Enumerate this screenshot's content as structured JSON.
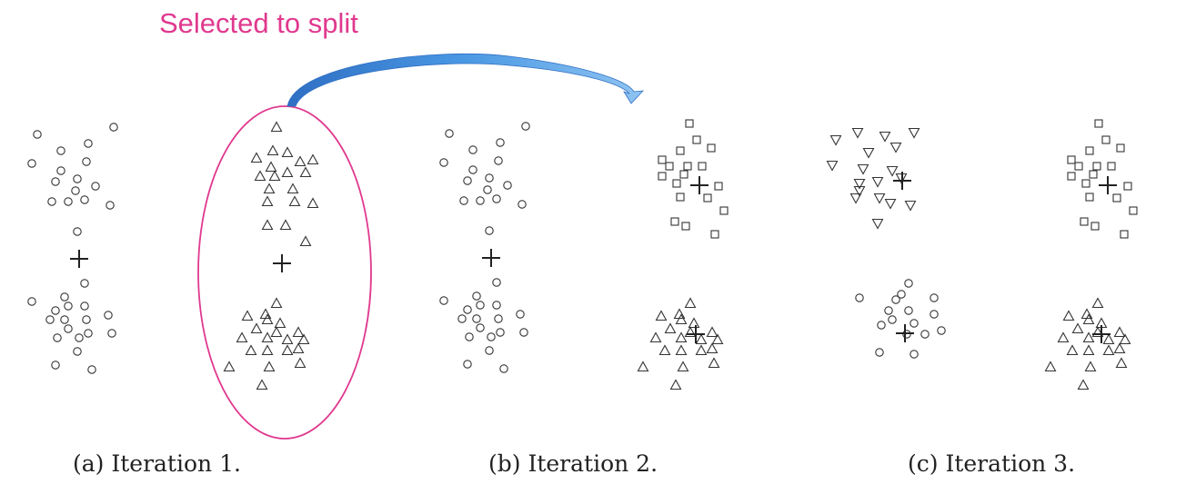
{
  "annotation": {
    "text": "Selected to split",
    "color": "#e0398f"
  },
  "captions": [
    "(a) Iteration 1.",
    "(b) Iteration 2.",
    "(c) Iteration 3."
  ],
  "colors": {
    "ink": "#333333",
    "highlight": "#e0398f",
    "arrow": "#3a86d9",
    "arrow_light": "#8fc4f2"
  },
  "markers": {
    "circle": "circle-marker",
    "triangle": "triangle-up-marker",
    "square": "square-marker",
    "triangle_down": "triangle-down-marker",
    "centroid": "plus-centroid"
  }
}
